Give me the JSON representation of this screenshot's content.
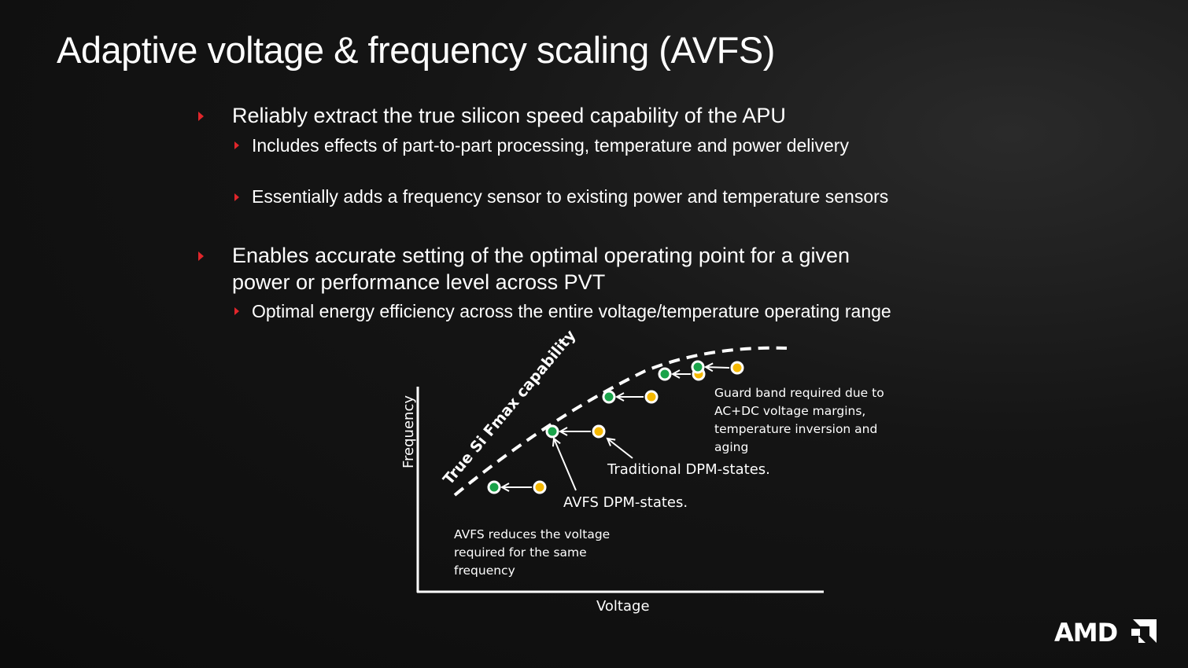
{
  "title": "Adaptive voltage & frequency scaling (AVFS)",
  "bullets": [
    {
      "text": "Reliably extract the true silicon speed capability of the APU",
      "sub": [
        "Includes effects of part-to-part processing, temperature and power delivery",
        "Essentially adds a frequency sensor to existing power and temperature sensors"
      ]
    },
    {
      "text": "Enables accurate setting of the optimal operating point for a given power or performance level across PVT",
      "sub": [
        "Optimal energy efficiency across the entire voltage/temperature operating range"
      ]
    }
  ],
  "diagram": {
    "y_axis_label": "Frequency",
    "x_axis_label": "Voltage",
    "curve_label": "True Si Fmax capability",
    "traditional_label": "Traditional DPM-states.",
    "avfs_label": "AVFS DPM-states.",
    "guard_band_lines": [
      "Guard band required due to",
      "AC+DC voltage margins,",
      "temperature inversion and",
      "aging"
    ],
    "reduction_lines": [
      "AVFS reduces the voltage",
      "required for the same",
      "frequency"
    ],
    "colors": {
      "avfs": "#1aa34a",
      "traditional": "#f5b800",
      "bullet": "#e0262b"
    }
  },
  "logo": "AMD"
}
